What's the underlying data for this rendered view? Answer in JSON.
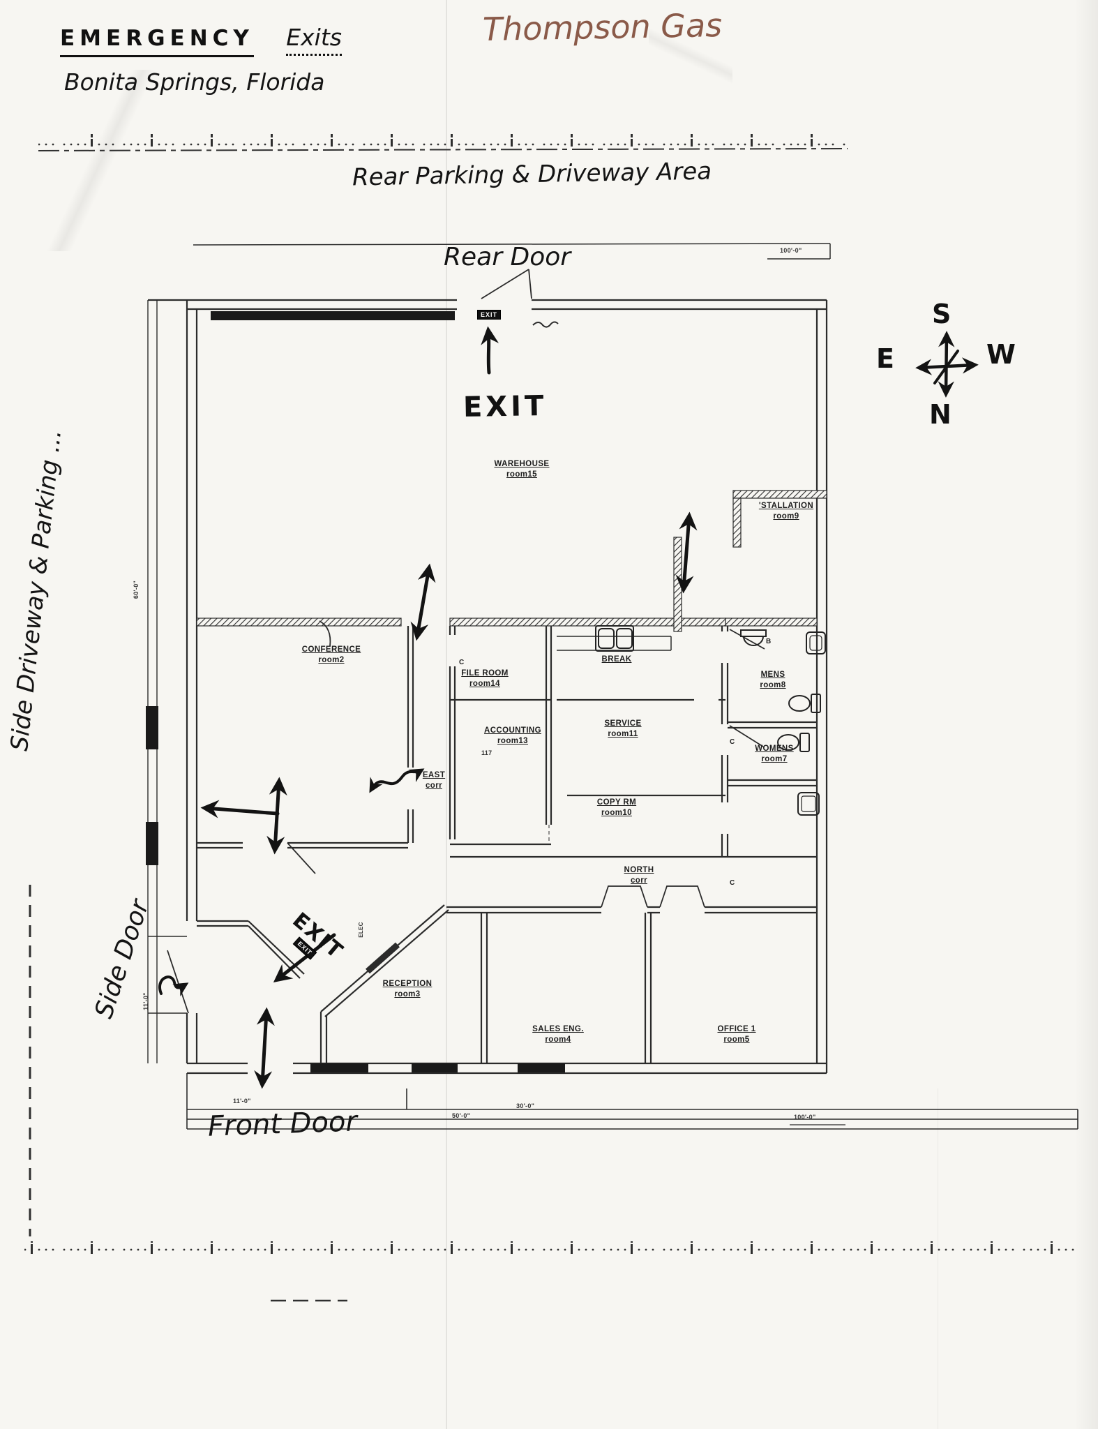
{
  "header": {
    "title_word1": "EMERGENCY",
    "title_word2": "Exits",
    "subtitle": "Bonita Springs, Florida",
    "company": "Thompson Gas"
  },
  "annotations": {
    "rear_area": "Rear Parking & Driveway Area",
    "side_area": "Side Driveway & Parking ...",
    "rear_door": "Rear Door",
    "side_door": "Side Door",
    "front_door": "Front Door",
    "exit_rear": "EXIT",
    "exit_side": "EXIT",
    "exit_sign_rear": "EXIT",
    "exit_sign_side": "EXIT"
  },
  "compass": {
    "top": "S",
    "bottom": "N",
    "left": "E",
    "right": "W"
  },
  "rooms": [
    {
      "name": "WAREHOUSE",
      "number": "room15"
    },
    {
      "name": "'STALLATION",
      "number": "room9"
    },
    {
      "name": "CONFERENCE",
      "number": "room2"
    },
    {
      "name": "BREAK",
      "number": ""
    },
    {
      "name": "FILE ROOM",
      "number": "room14"
    },
    {
      "name": "ACCOUNTING",
      "number": "room13"
    },
    {
      "name": "SERVICE",
      "number": "room11"
    },
    {
      "name": "MENS",
      "number": "room8"
    },
    {
      "name": "WOMENS",
      "number": "room7"
    },
    {
      "name": "EAST",
      "number": "corr"
    },
    {
      "name": "COPY RM",
      "number": "room10"
    },
    {
      "name": "NORTH",
      "number": "corr"
    },
    {
      "name": "RECEPTION",
      "number": "room3"
    },
    {
      "name": "SALES ENG.",
      "number": "room4"
    },
    {
      "name": "OFFICE 1",
      "number": "room5"
    }
  ],
  "dims": {
    "top_right": "100'-0\"",
    "bottom_right": "100'-0\"",
    "bottom_50": "50'-0\"",
    "bottom_30": "30'-0\"",
    "bottom_11": "11'-0\"",
    "side_11": "11'-0\"",
    "side_60": "60'-0\"",
    "panel": "117",
    "elec": "ELEC"
  },
  "tags": {
    "t1": "C",
    "t2": "B",
    "t3": "C",
    "t4": "C"
  },
  "colors": {
    "ink": "#1b1b1b",
    "hand_brown": "#8a5a49",
    "paper": "#f7f6f2",
    "plan_line": "#2b2b2b"
  }
}
